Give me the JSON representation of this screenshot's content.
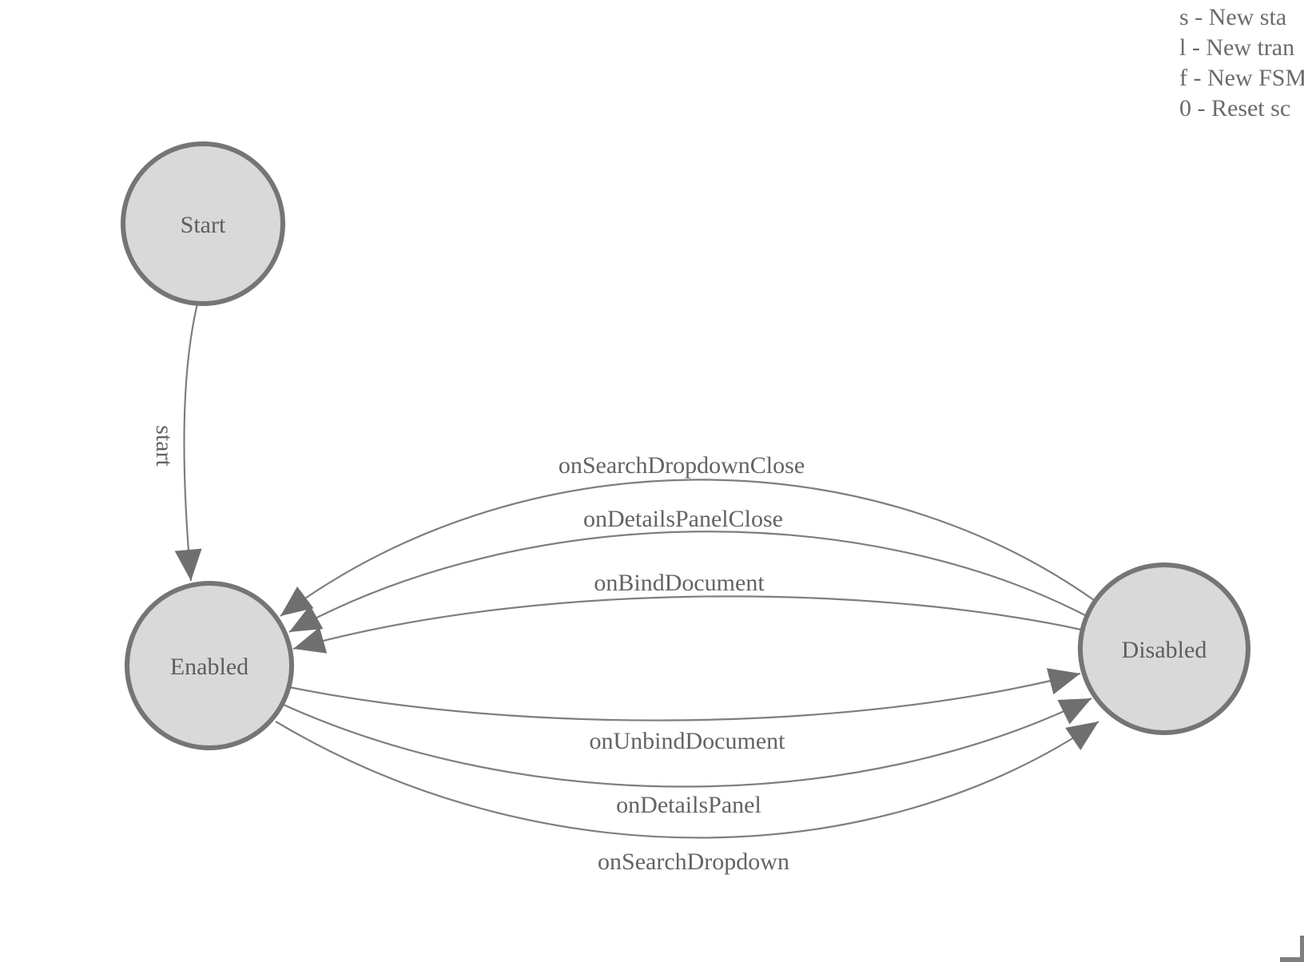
{
  "legend": {
    "lines": [
      "s - New sta",
      "l - New tran",
      "f - New FSM",
      "0 - Reset sc"
    ]
  },
  "states": [
    {
      "label": "Start"
    },
    {
      "label": "Enabled"
    },
    {
      "label": "Disabled"
    }
  ],
  "transitions": [
    {
      "from": "Start",
      "to": "Enabled",
      "label": "start"
    },
    {
      "from": "Disabled",
      "to": "Enabled",
      "label": "onSearchDropdownClose"
    },
    {
      "from": "Disabled",
      "to": "Enabled",
      "label": "onDetailsPanelClose"
    },
    {
      "from": "Disabled",
      "to": "Enabled",
      "label": "onBindDocument"
    },
    {
      "from": "Enabled",
      "to": "Disabled",
      "label": "onUnbindDocument"
    },
    {
      "from": "Enabled",
      "to": "Disabled",
      "label": "onDetailsPanel"
    },
    {
      "from": "Enabled",
      "to": "Disabled",
      "label": "onSearchDropdown"
    }
  ],
  "colors": {
    "node_fill": "#d9d9d9",
    "node_stroke": "#757575",
    "edge_stroke": "#7e7e7e",
    "arrowhead": "#6f6f6f",
    "label_text": "#636363"
  }
}
